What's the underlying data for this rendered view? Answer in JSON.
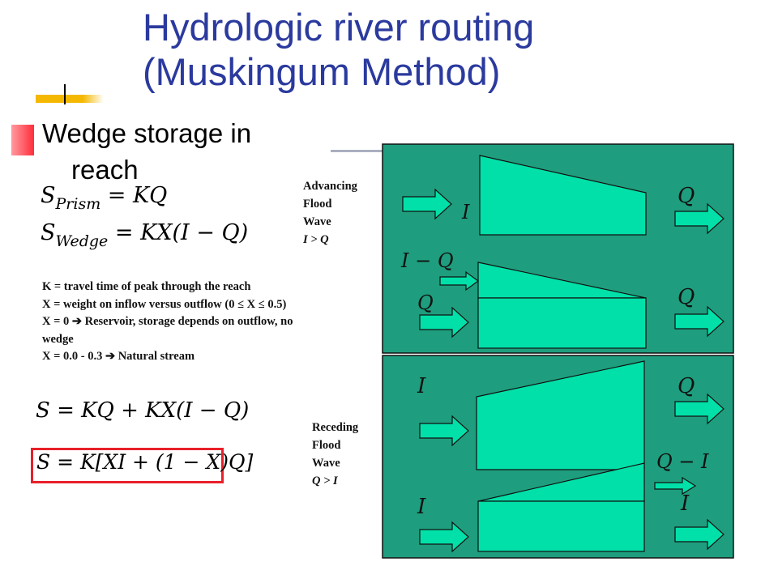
{
  "slide": {
    "title_line1": "Hydrologic river routing",
    "title_line2": "(Muskingum Method)",
    "bullet_line1": "Wedge storage in",
    "bullet_line2": "reach",
    "accent_color": "#f5b800",
    "title_color": "#2b3a9e",
    "panel_color": "#1e9e7e",
    "shape_color": "#00e0a8",
    "highlight_color": "#e8202a"
  },
  "equations": {
    "prism_S": "S",
    "prism_sub": "Prism",
    "prism_rhs": " = KQ",
    "wedge_S": "S",
    "wedge_sub": "Wedge",
    "wedge_rhs": " = KX(I − Q)",
    "sum": "S = KQ + KX(I − Q)",
    "final": "S = K[XI + (1 − X)Q]"
  },
  "definitions": [
    "K = travel time of peak through the reach",
    "X = weight on inflow versus outflow (0 ≤ X ≤ 0.5)",
    "X = 0 ➔ Reservoir, storage depends on outflow, no",
    "wedge",
    "X = 0.0 - 0.3 ➔ Natural stream"
  ],
  "advancing": {
    "line1": "Advancing",
    "line2": "Flood",
    "line3": "Wave",
    "condition": "I > Q"
  },
  "receding": {
    "line1": "Receding",
    "line2": "Flood",
    "line3": "Wave",
    "condition": "Q > I"
  },
  "diagram_labels": {
    "top_I": "I",
    "top_Q": "Q",
    "mid_IQ": "I − Q",
    "mid_Q_in": "Q",
    "mid_Q_out": "Q",
    "rec_I": "I",
    "rec_Q": "Q",
    "rec_QI": "Q − I",
    "bot_I_in": "I",
    "bot_I_out": "I"
  }
}
